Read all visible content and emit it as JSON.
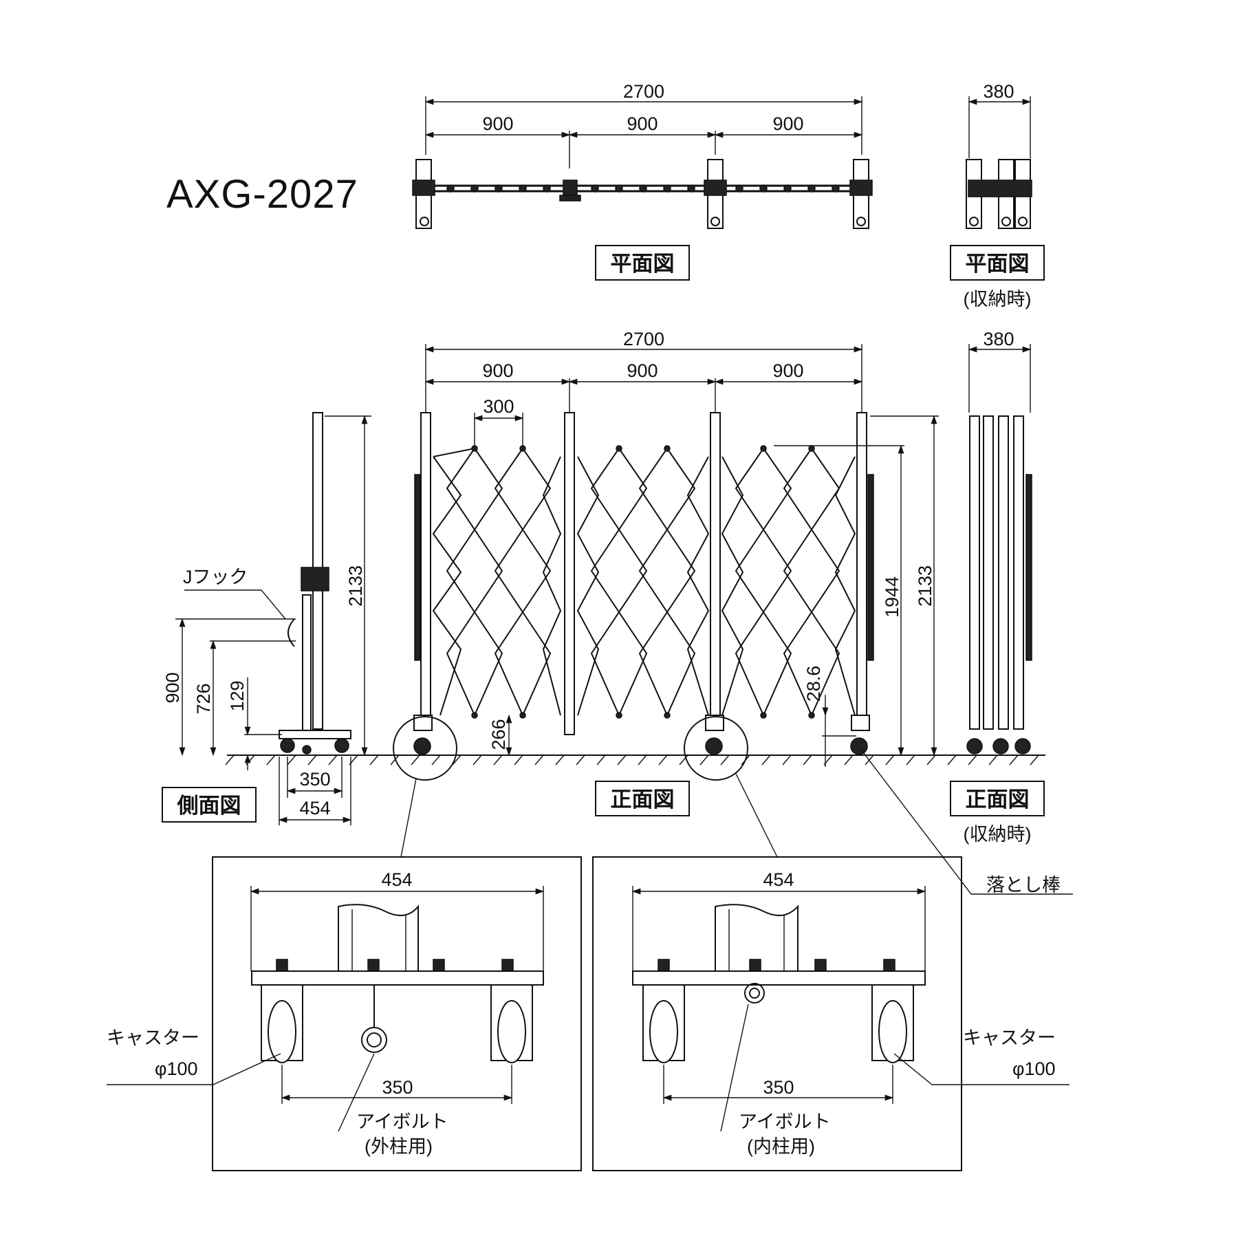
{
  "model": "AXG-2027",
  "views": {
    "plan": "平面図",
    "plan_stored": "平面図",
    "front": "正面図",
    "front_stored": "正面図",
    "side": "側面図",
    "stored_note": "(収納時)"
  },
  "dimensions": {
    "total_width": "2700",
    "section_width": "900",
    "depth_stored": "380",
    "pitch": "300",
    "height_total": "2133",
    "height_mesh": "1944",
    "lift": "28.6",
    "bottom_gap": "266",
    "hook_900": "900",
    "hook_726": "726",
    "hook_129": "129",
    "base_350": "350",
    "base_454": "454"
  },
  "labels": {
    "j_hook": "Jフック",
    "drop_rod": "落とし棒",
    "caster": "キャスター",
    "caster_size": "φ100",
    "eyebolt": "アイボルト",
    "eyebolt_outer": "(外柱用)",
    "eyebolt_inner": "(内柱用)"
  }
}
